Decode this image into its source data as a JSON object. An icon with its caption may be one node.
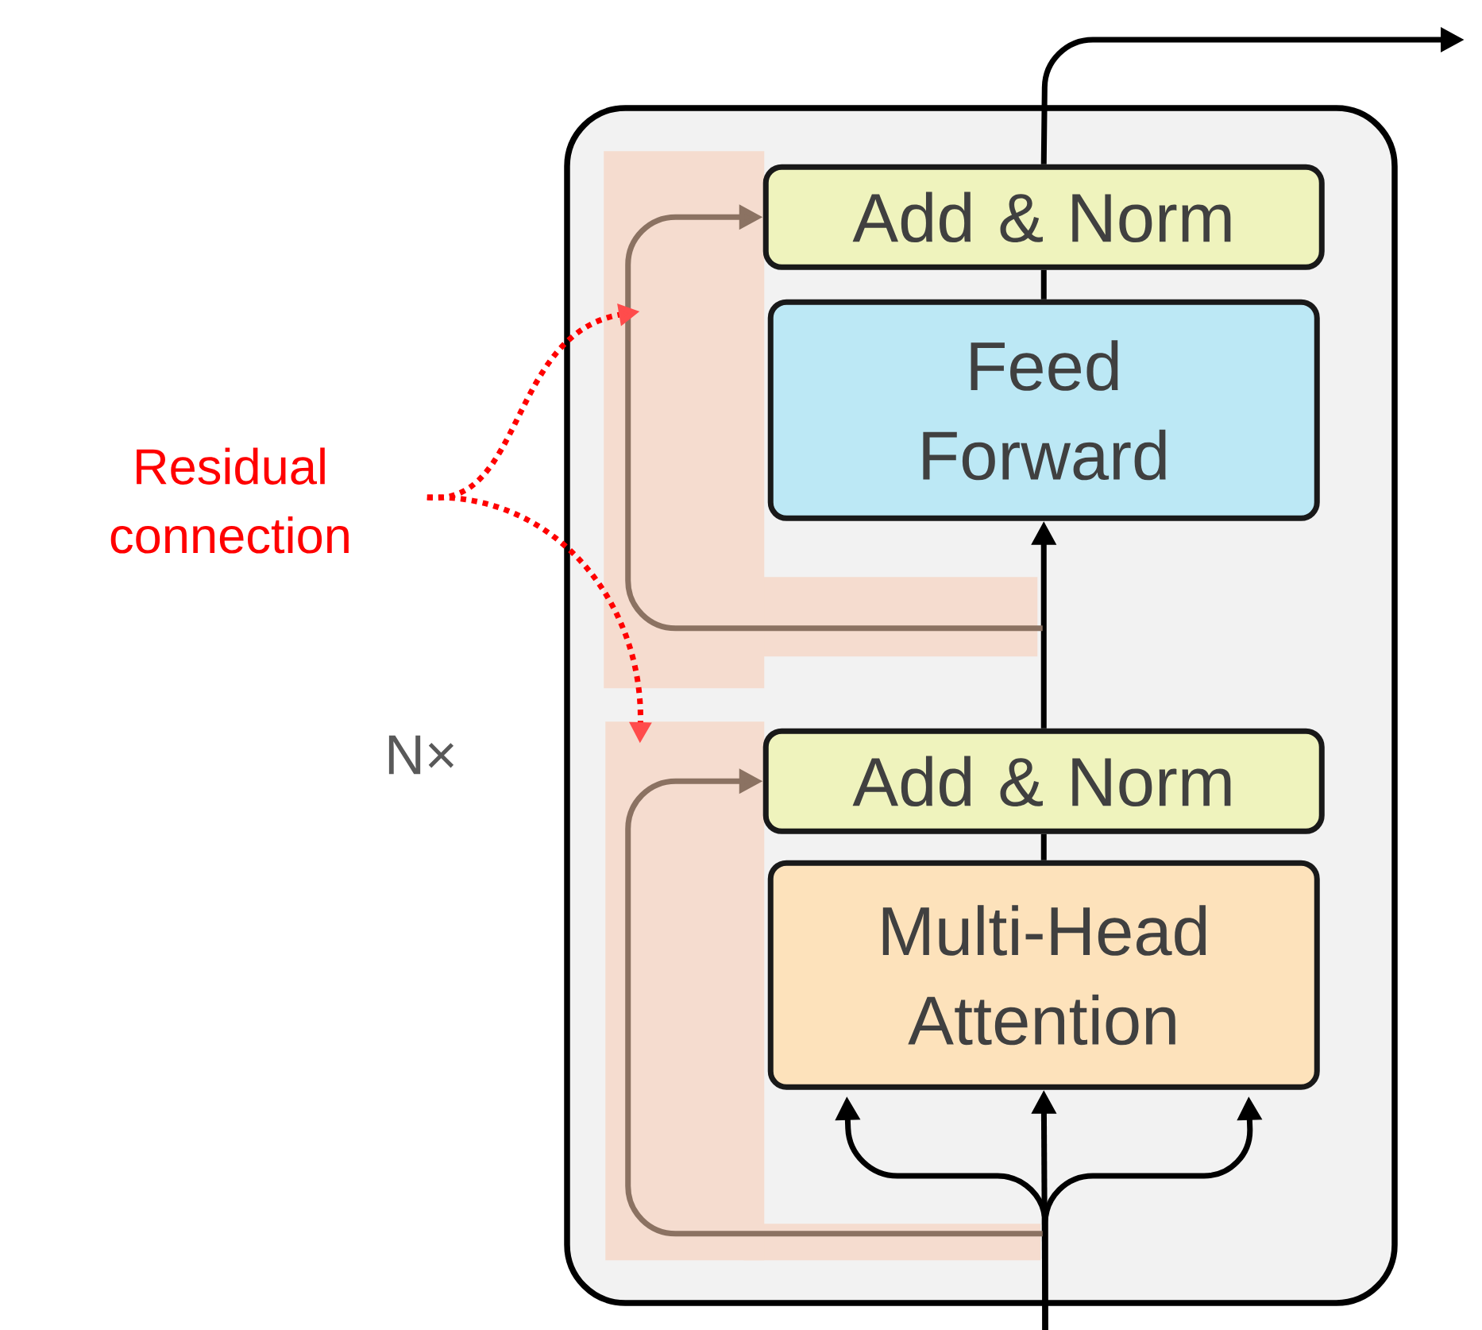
{
  "diagram": {
    "nodes": [
      {
        "text": [
          "N×"
        ]
      },
      {
        "text": [
          "Add & Norm"
        ],
        "in": 0
      },
      {
        "text": [
          "Feed Forward"
        ],
        "in": 0
      },
      {
        "text": [
          "Add & Norm"
        ],
        "in": 0
      },
      {
        "text": [
          "Multi-Head Attention"
        ],
        "in": 0
      },
      {
        "text": [
          "Residual connection"
        ]
      },
      {
        "text": [],
        "shape": "box",
        "in": 0
      },
      {
        "text": [],
        "shape": "box",
        "in": 0
      }
    ],
    "edges": [
      {
        "from": null,
        "to": 4,
        "arrow": "to"
      },
      {
        "from": null,
        "to": 4,
        "arrow": "to"
      },
      {
        "from": null,
        "to": 4,
        "arrow": "to"
      },
      {
        "from": 4,
        "to": 3,
        "arrow": "none"
      },
      {
        "from": 7,
        "to": 3,
        "arrow": "to",
        "color": "#8b7262"
      },
      {
        "from": 3,
        "to": 2,
        "arrow": "to"
      },
      {
        "from": 2,
        "to": 1,
        "arrow": "none"
      },
      {
        "from": 6,
        "to": 1,
        "arrow": "to",
        "color": "#8b7262"
      },
      {
        "from": 1,
        "to": null,
        "arrow": "to"
      },
      {
        "from": 5,
        "to": 6,
        "arrow": "to",
        "style": "dashed",
        "color": "#ff0000"
      },
      {
        "from": 5,
        "to": 7,
        "arrow": "to",
        "style": "dashed",
        "color": "#ff0000"
      }
    ]
  }
}
